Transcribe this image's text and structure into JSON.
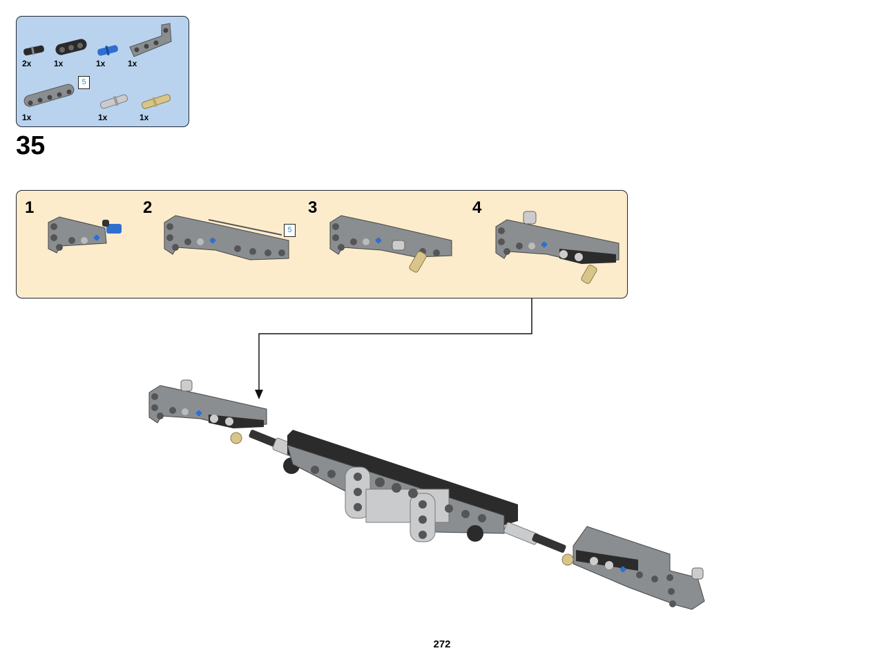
{
  "parts_list": {
    "items": [
      {
        "name": "black-friction-pin",
        "qty": "2x",
        "color": "#2a2a2a"
      },
      {
        "name": "black-beam-3",
        "qty": "1x",
        "color": "#2a2a2a"
      },
      {
        "name": "blue-axle-pin",
        "qty": "1x",
        "color": "#2f6fd0"
      },
      {
        "name": "gray-angled-beam",
        "qty": "1x",
        "color": "#8a8e91"
      },
      {
        "name": "gray-beam-5",
        "qty": "1x",
        "color": "#8a8e91",
        "length": "5"
      },
      {
        "name": "light-gray-pin",
        "qty": "1x",
        "color": "#c9cbcd"
      },
      {
        "name": "tan-long-pin",
        "qty": "1x",
        "color": "#d9c48a"
      }
    ]
  },
  "step": {
    "number": "35"
  },
  "substeps": [
    {
      "number": "1"
    },
    {
      "number": "2",
      "length": "5"
    },
    {
      "number": "3"
    },
    {
      "number": "4"
    }
  ],
  "page": {
    "number": "272"
  },
  "colors": {
    "parts_box_bg": "#b9d3ef",
    "substep_box_bg": "#fdeccb",
    "beam_gray": "#8a8e91",
    "beam_dark": "#2b2b2b",
    "axle_blue": "#2f6fd0",
    "pin_tan": "#d9c48a"
  }
}
